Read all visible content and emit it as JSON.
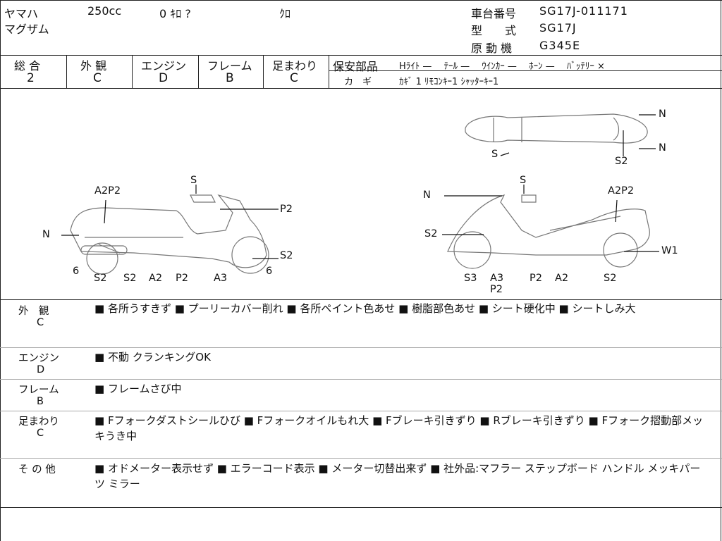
{
  "header": {
    "maker": "ヤマハ",
    "cc": "250cc",
    "mileage": "0 ｷﾛ ?",
    "color": "ｸﾛ",
    "model": "マグザム",
    "frame_label": "車台番号",
    "frame_value": "SG17J-011171",
    "type_label": "型　　式",
    "type_value": "SG17J",
    "engine_label": "原 動 機",
    "engine_value": "G345E"
  },
  "grades": {
    "labels": [
      "総 合",
      "外 観",
      "エンジン",
      "フレーム",
      "足まわり"
    ],
    "values": [
      "2",
      "C",
      "D",
      "B",
      "C"
    ]
  },
  "safety": {
    "label": "保安部品",
    "items": "Hﾗｲﾄ —　 ﾃｰﾙ —　 ｳｲﾝｶｰ —　 ﾎｰﾝ —　 ﾊﾞｯﾃﾘｰ ×",
    "key_label": "カ　ギ",
    "keys": "ｶｷﾞ 1 ﾘﾓｺﾝｷｰ1 ｼｬｯﾀｰｷｰ1"
  },
  "diagram_labels": {
    "left": [
      "S",
      "A2P2",
      "P2",
      "N",
      "S2",
      "6",
      "6",
      "S2",
      "S2",
      "A2",
      "P2",
      "A3"
    ],
    "right": [
      "N",
      "S",
      "A2P2",
      "S2",
      "W1",
      "S3",
      "A3",
      "P2",
      "P2",
      "A2",
      "S2"
    ],
    "top": [
      "N",
      "N",
      "S",
      "S2"
    ]
  },
  "notes": [
    {
      "label": "外　観",
      "grade": "C",
      "text": "■ 各所うすきず ■ プーリーカバー削れ ■ 各所ペイント色あせ ■ 樹脂部色あせ ■ シート硬化中 ■ シートしみ大"
    },
    {
      "label": "エンジン",
      "grade": "D",
      "text": "■ 不動 クランキングOK"
    },
    {
      "label": "フレーム",
      "grade": "B",
      "text": "■ フレームさび中"
    },
    {
      "label": "足まわり",
      "grade": "C",
      "text": "■ Fフォークダストシールひび ■ Fフォークオイルもれ大 ■ Fブレーキ引きずり ■ Rブレーキ引きずり ■ Fフォーク摺動部メッキうき中"
    },
    {
      "label": "そ の 他",
      "grade": "",
      "text": "■ オドメーター表示せず ■ エラーコード表示 ■ メーター切替出来ず ■ 社外品:マフラー ステップボード ハンドル メッキパーツ ミラー"
    }
  ]
}
